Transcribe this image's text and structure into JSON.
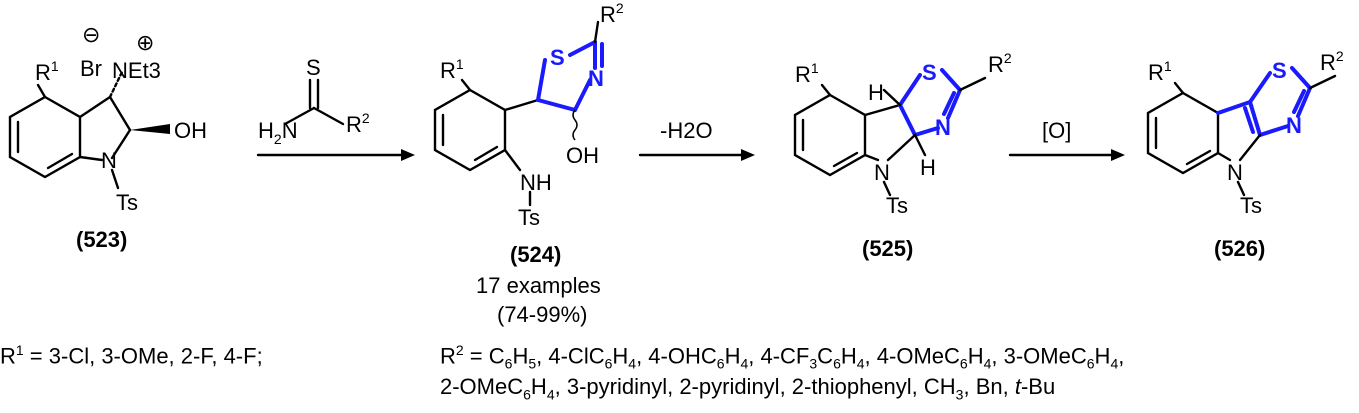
{
  "compounds": [
    {
      "id": "(523)"
    },
    {
      "id": "(524)"
    },
    {
      "id": "(525)"
    },
    {
      "id": "(526)"
    }
  ],
  "atoms": {
    "br": "Br",
    "minus": "⊖",
    "plus": "⊕",
    "n": "N",
    "et3": "Et3",
    "oh": "OH",
    "ts": "Ts",
    "r": "R",
    "r1_sup": "1",
    "r2_sup": "2",
    "s": "S",
    "h2n": "H2N",
    "nh": "NH",
    "h": "H"
  },
  "reagents": {
    "step1_s": "S",
    "step1_h": "H",
    "step1_2": "2",
    "step1_n": "N",
    "step2": "-H2O",
    "step3": "[O]"
  },
  "yield": {
    "examples": "17 examples",
    "range": "(74-99%)"
  },
  "substituents": {
    "r1": "R1 = 3-Cl, 3-OMe, 2-F, 4-F;",
    "r2_line1": "R2 = C6H5, 4-ClC6H4, 4-OHC6H4, 4-CF3C6H4, 4-OMeC6H4, 3-OMeC6H4,",
    "r2_line2": "2-OMeC6H4, 3-pyridinyl, 2-pyridinyl, 2-thiophenyl, CH3, Bn, t-Bu"
  },
  "colors": {
    "highlight": "#1a1aff",
    "ink": "#000000"
  }
}
